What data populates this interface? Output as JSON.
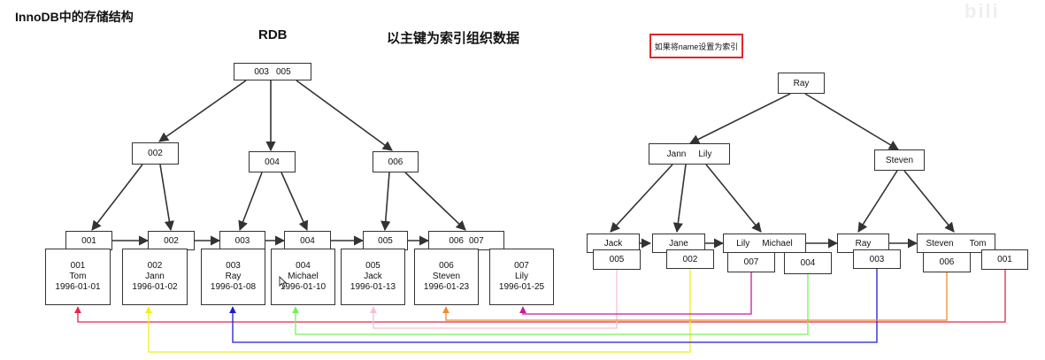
{
  "title": "InnoDB中的存储结构",
  "headings": {
    "rdb": "RDB",
    "subtitle": "以主键为索引组织数据"
  },
  "callout": "如果将name设置为索引",
  "primary_tree": {
    "root": [
      "003",
      "005"
    ],
    "internal": [
      "002",
      "004",
      "006"
    ],
    "leaves": [
      "001",
      "002",
      "003",
      "004",
      "005",
      "006",
      "007"
    ],
    "records": [
      {
        "id": "001",
        "name": "Tom",
        "date": "1996-01-01"
      },
      {
        "id": "002",
        "name": "Jann",
        "date": "1996-01-02"
      },
      {
        "id": "003",
        "name": "Ray",
        "date": "1996-01-08"
      },
      {
        "id": "004",
        "name": "Michael",
        "date": "1996-01-10"
      },
      {
        "id": "005",
        "name": "Jack",
        "date": "1996-01-13"
      },
      {
        "id": "006",
        "name": "Steven",
        "date": "1996-01-23"
      },
      {
        "id": "007",
        "name": "Lily",
        "date": "1996-01-25"
      }
    ]
  },
  "secondary_tree": {
    "root": "Ray",
    "internal": [
      [
        "Jann",
        "Lily"
      ],
      [
        "Steven"
      ]
    ],
    "leaves": [
      {
        "name": "Jack",
        "pk": "005"
      },
      {
        "name": "Jane",
        "pk": "002"
      },
      {
        "name": "Lily",
        "pk": "007"
      },
      {
        "name": "Michael",
        "pk": "004"
      },
      {
        "name": "Ray",
        "pk": "003"
      },
      {
        "name": "Steven",
        "pk": "006"
      },
      {
        "name": "Tom",
        "pk": "001"
      }
    ]
  },
  "colors": {
    "001": "#e8244a",
    "002": "#f2ef1c",
    "003": "#1c1ccc",
    "004": "#77f05a",
    "005": "#f6bfd6",
    "006": "#f08a2c",
    "007": "#c81a98"
  }
}
